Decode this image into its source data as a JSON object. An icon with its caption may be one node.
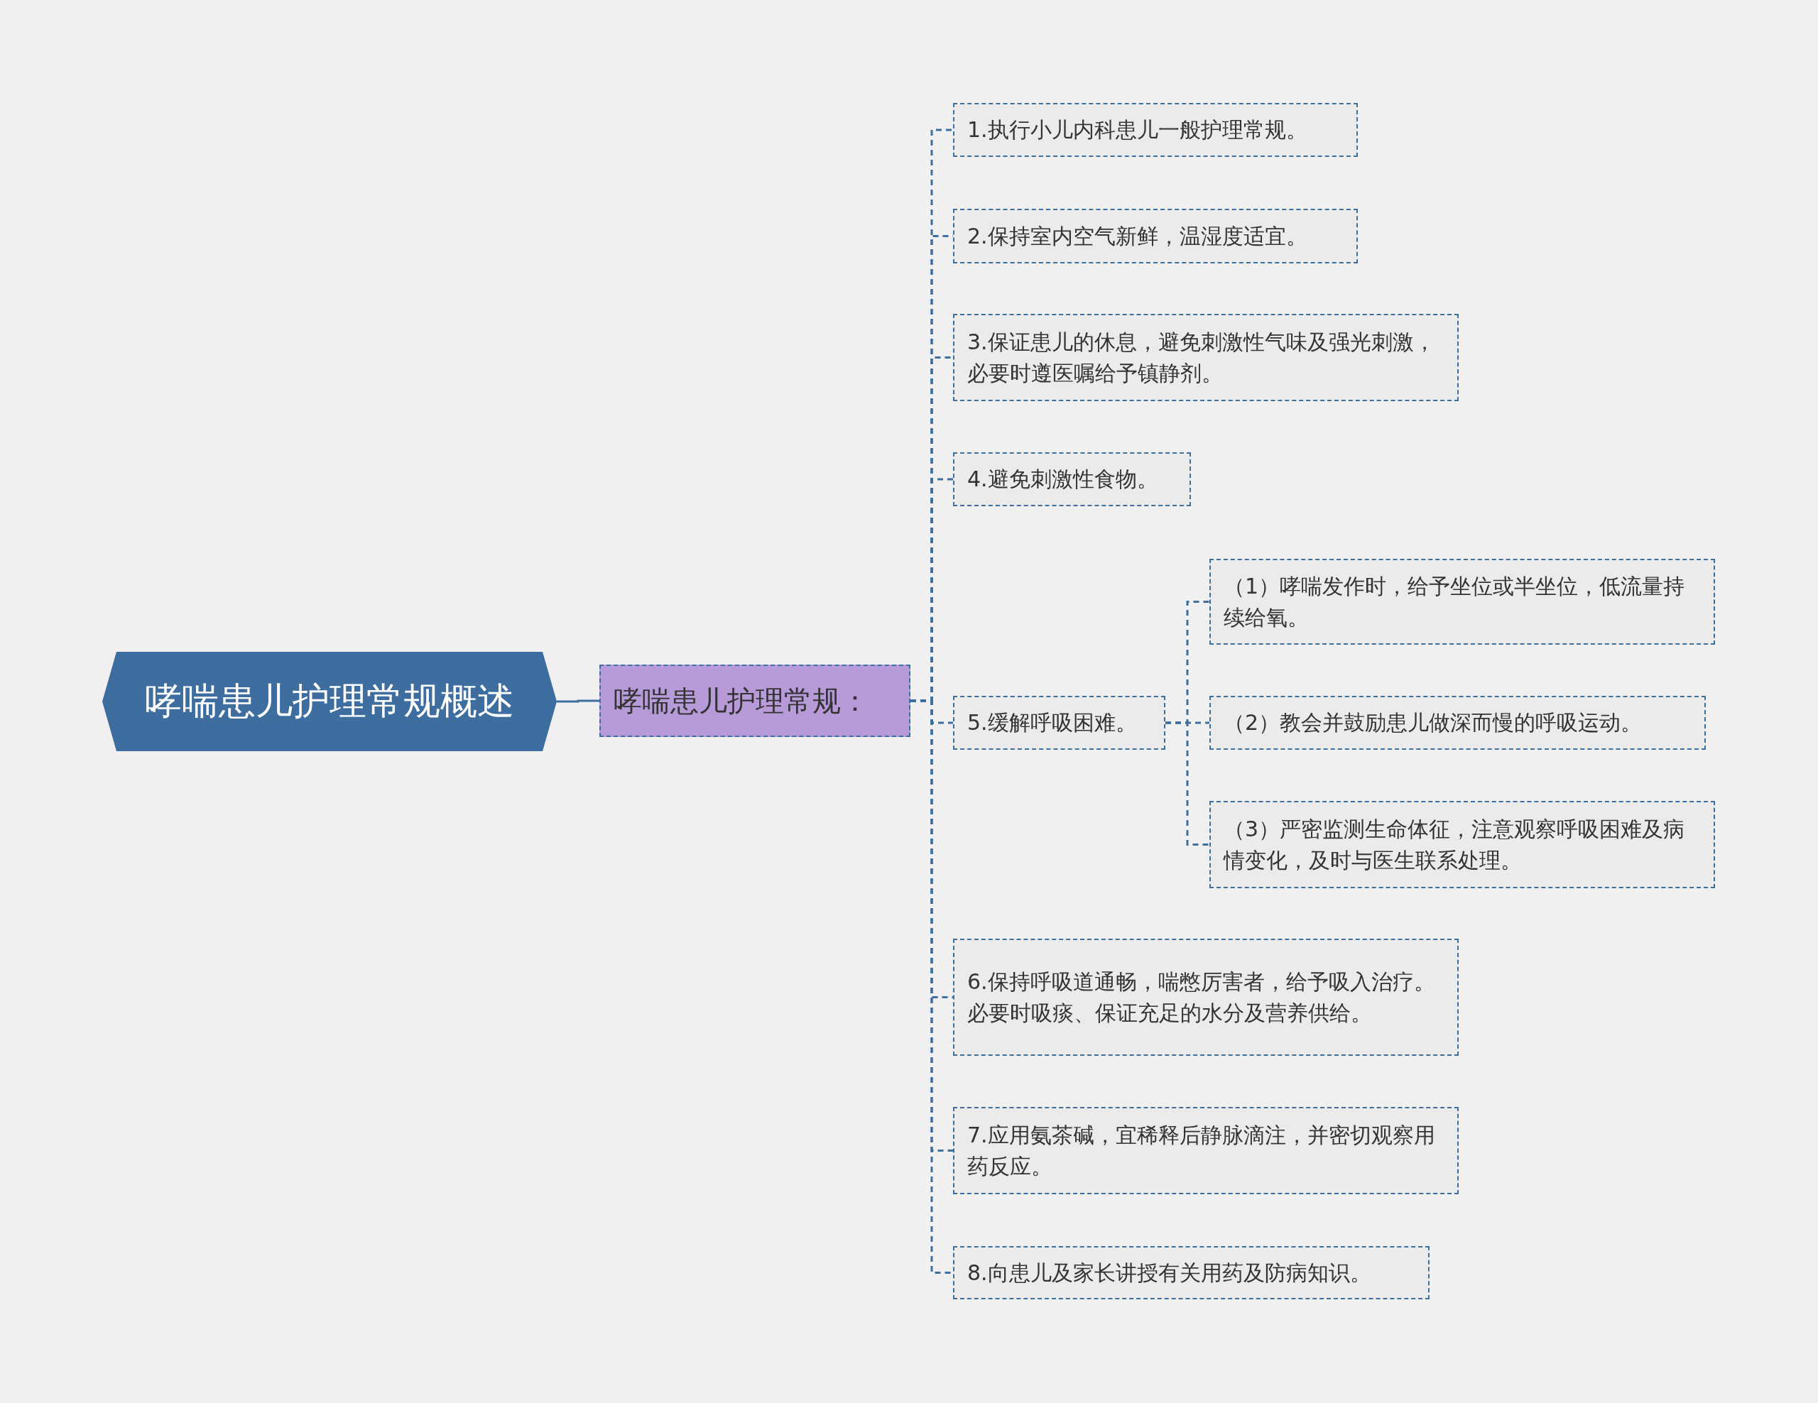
{
  "diagram": {
    "nodes": [
      {
        "text": [
          "哮喘患儿护理常规概述"
        ]
      },
      {
        "text": [
          "哮喘患儿护理常规："
        ]
      },
      {
        "text": [
          "1.执行小儿内科患儿一般护理常规。"
        ]
      },
      {
        "text": [
          "2.保持室内空气新鲜，温湿度适宜。"
        ]
      },
      {
        "text": [
          "3.保证患儿的休息，避免刺激性气味及强光刺激，必要时遵医嘱给予镇静剂。"
        ]
      },
      {
        "text": [
          "4.避免刺激性食物。"
        ]
      },
      {
        "text": [
          "5.缓解呼吸困难。"
        ]
      },
      {
        "text": [
          "（1）哮喘发作时，给予坐位或半坐位，低流量持续给氧。"
        ]
      },
      {
        "text": [
          "（2）教会并鼓励患儿做深而慢的呼吸运动。"
        ]
      },
      {
        "text": [
          "（3）严密监测生命体征，注意观察呼吸困难及病情变化，及时与医生联系处理。"
        ]
      },
      {
        "text": [
          "6.保持呼吸道通畅，喘憋厉害者，给予吸入治疗。必要时吸痰、保证充足的水分及营养供给。"
        ]
      },
      {
        "text": [
          "7.应用氨茶碱，宜稀释后静脉滴注，并密切观察用药反应。"
        ]
      },
      {
        "text": [
          "8.向患儿及家长讲授有关用药及防病知识。"
        ]
      }
    ],
    "edges": [
      {
        "from": 0,
        "to": 1,
        "arrow": "none"
      },
      {
        "from": 1,
        "to": 2,
        "arrow": "none",
        "style": "dashed"
      },
      {
        "from": 1,
        "to": 3,
        "arrow": "none",
        "style": "dashed"
      },
      {
        "from": 1,
        "to": 4,
        "arrow": "none",
        "style": "dashed"
      },
      {
        "from": 1,
        "to": 5,
        "arrow": "none",
        "style": "dashed"
      },
      {
        "from": 1,
        "to": 6,
        "arrow": "none",
        "style": "dashed"
      },
      {
        "from": 6,
        "to": 7,
        "arrow": "none",
        "style": "dashed"
      },
      {
        "from": 6,
        "to": 8,
        "arrow": "none",
        "style": "dashed"
      },
      {
        "from": 6,
        "to": 9,
        "arrow": "none",
        "style": "dashed"
      },
      {
        "from": 1,
        "to": 10,
        "arrow": "none",
        "style": "dashed"
      },
      {
        "from": 1,
        "to": 11,
        "arrow": "none",
        "style": "dashed"
      },
      {
        "from": 1,
        "to": 12,
        "arrow": "none",
        "style": "dashed"
      }
    ]
  }
}
